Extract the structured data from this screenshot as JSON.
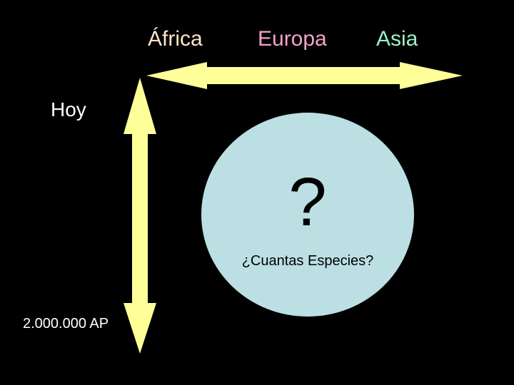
{
  "regions": {
    "africa": "África",
    "europa": "Europa",
    "asia": "Asia"
  },
  "time_axis": {
    "top": "Hoy",
    "bottom": "2.000.000 AP"
  },
  "center": {
    "symbol": "?",
    "caption": "¿Cuantas Especies?"
  },
  "colors": {
    "background": "#000000",
    "arrow_fill": "#ffff99",
    "circle_fill": "#bcdfe3",
    "africa": "#ffe4c8",
    "europa": "#f5a3c8",
    "asia": "#9cf0c8"
  }
}
